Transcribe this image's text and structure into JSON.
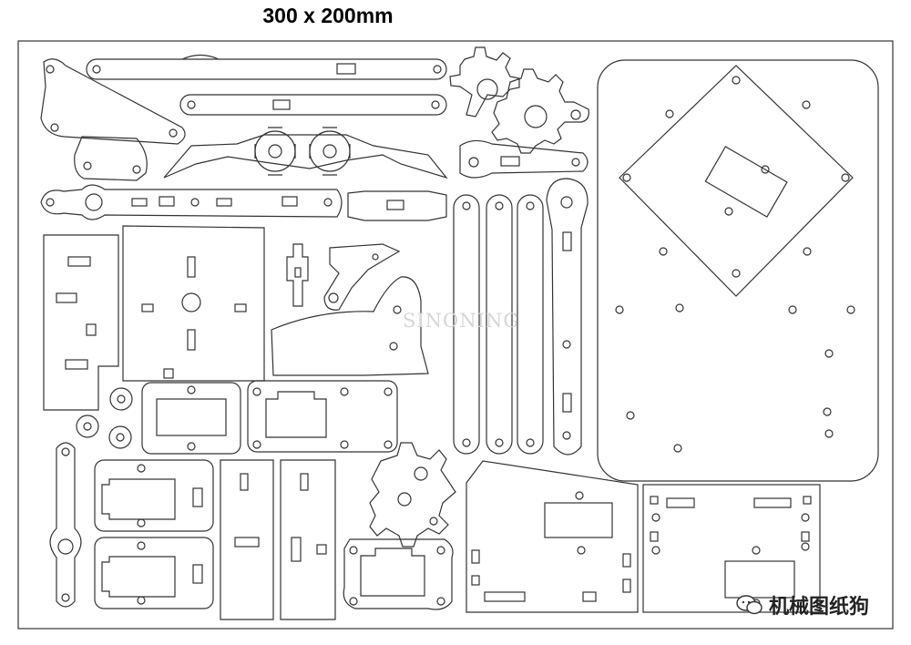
{
  "title": "300 x 200mm",
  "watermark": "SINONING",
  "brand": {
    "text": "机械图纸狗",
    "icon": "wechat-icon"
  },
  "colors": {
    "stroke": "#333333",
    "background": "#ffffff"
  }
}
